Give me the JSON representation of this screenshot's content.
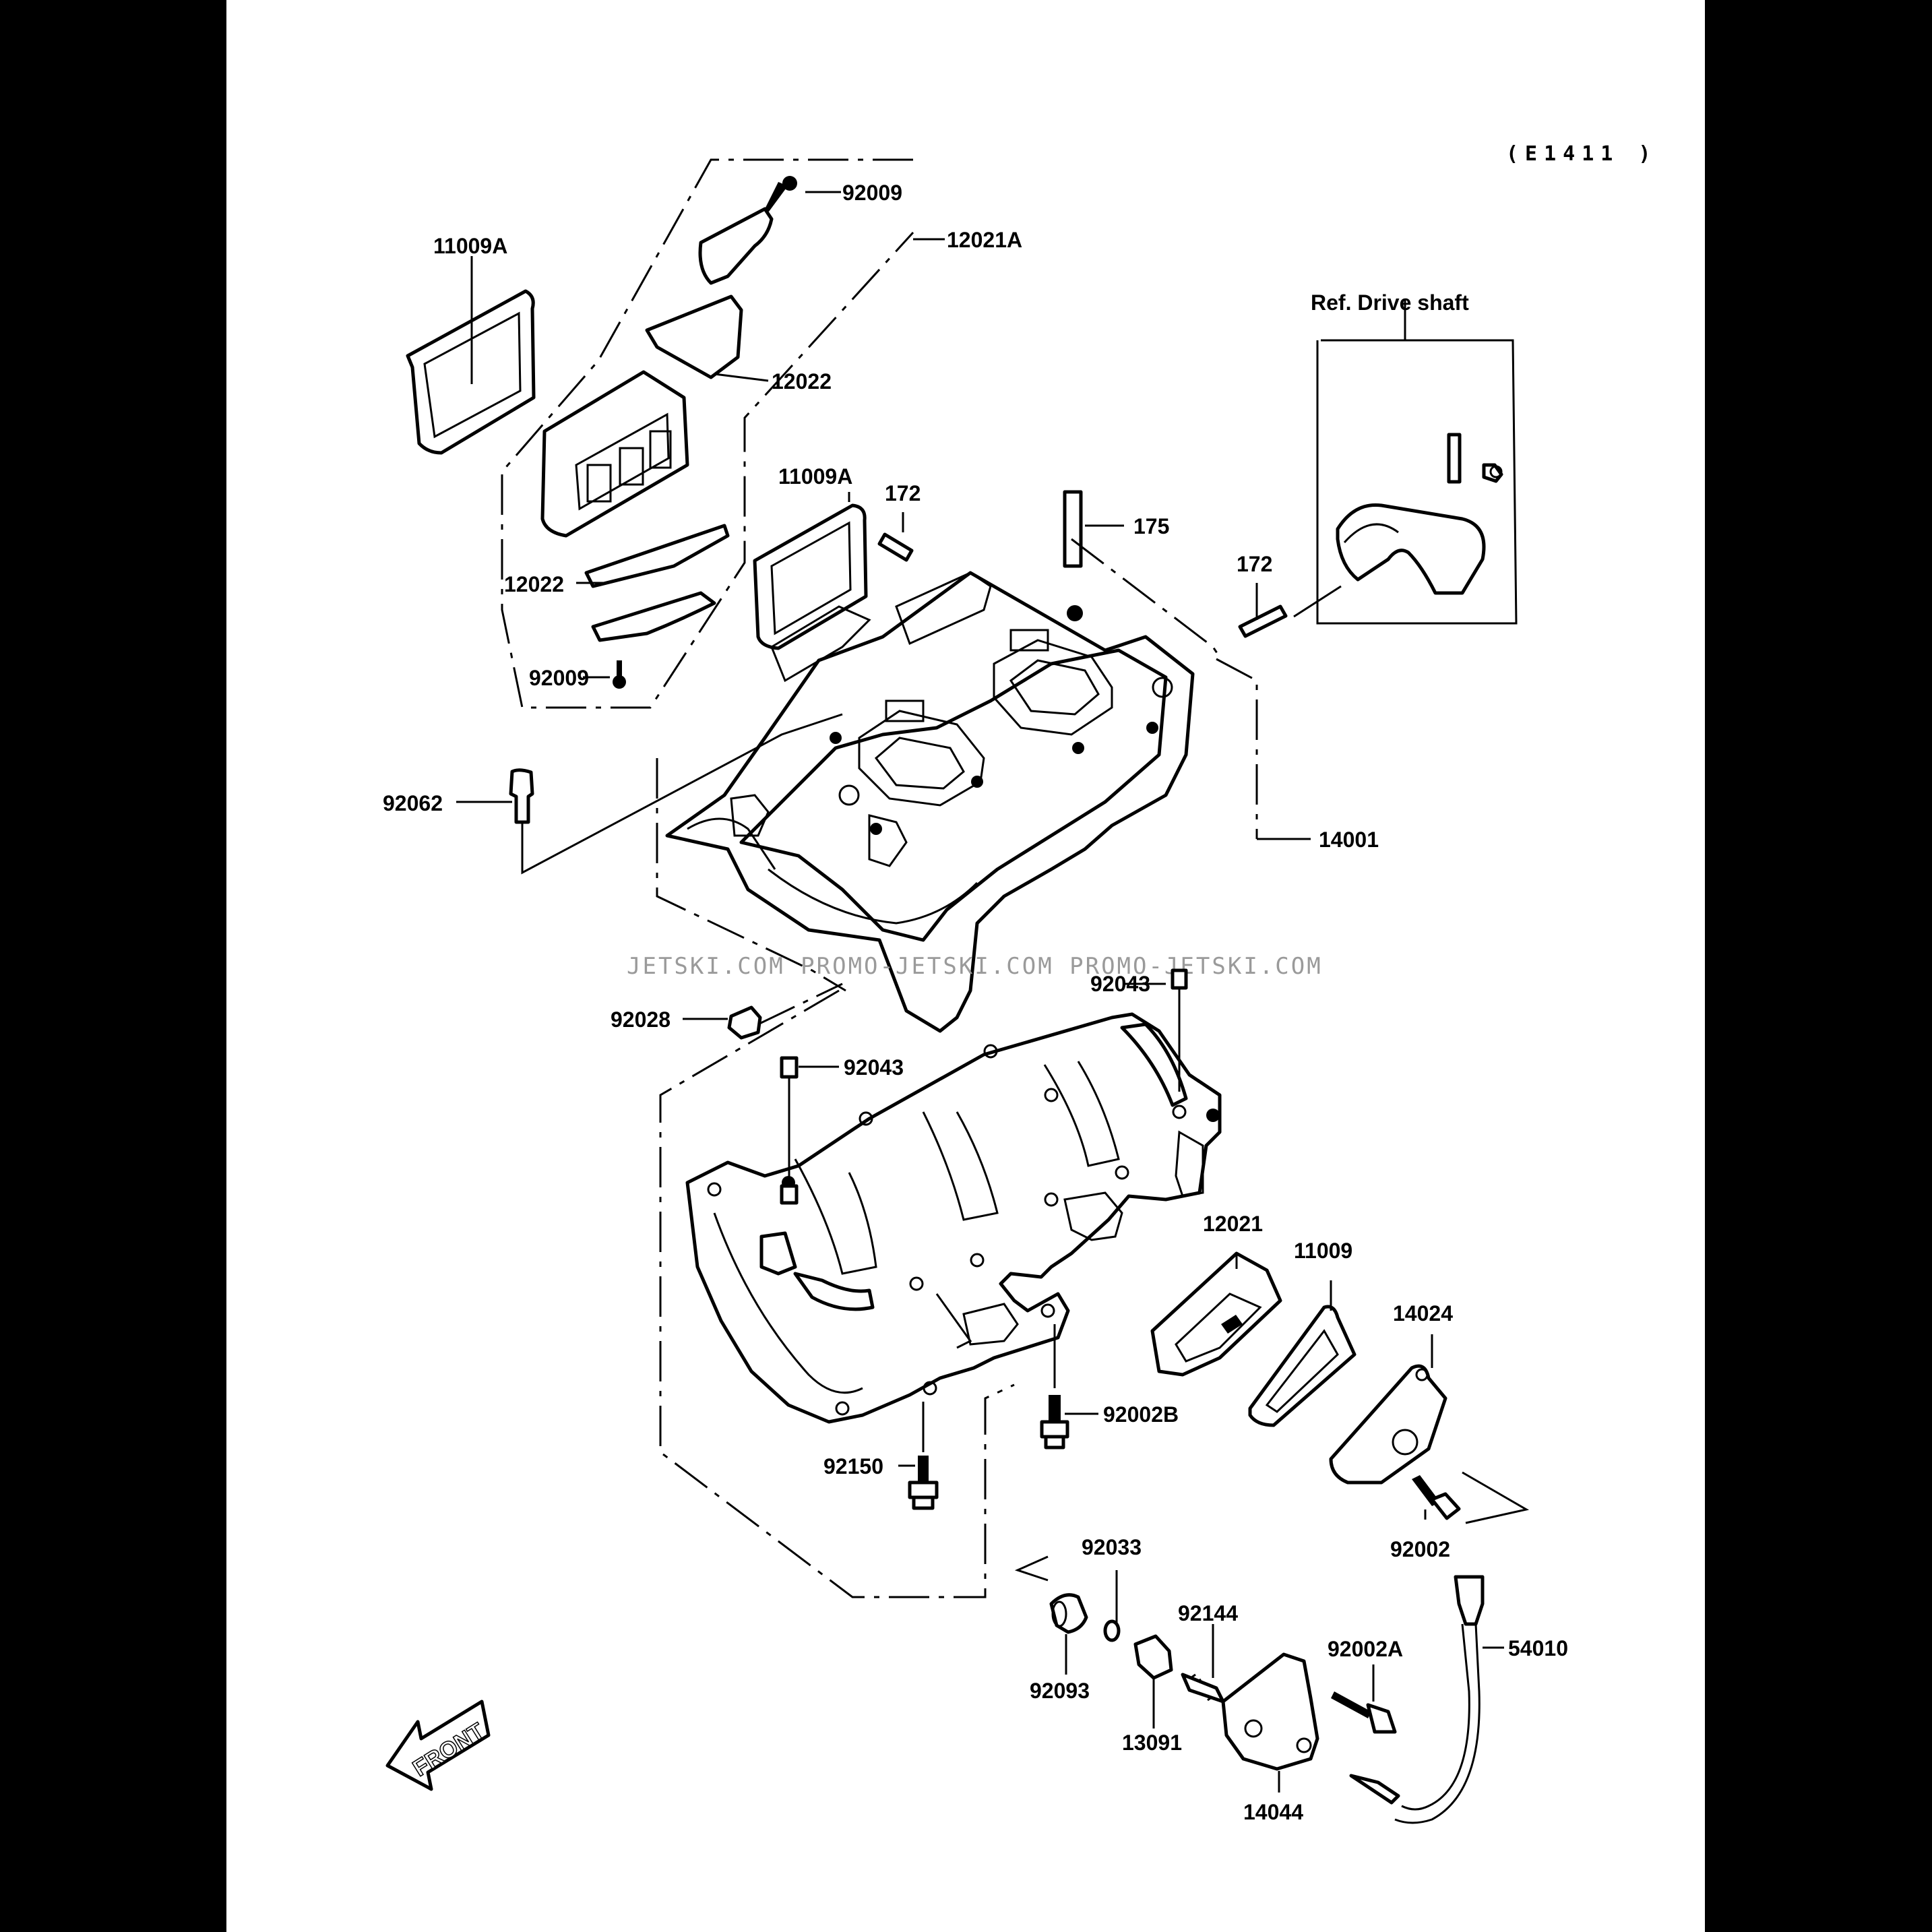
{
  "diagram_code": "(E1411 )",
  "watermark": "JETSKI.COM   PROMO-JETSKI.COM   PROMO-JETSKI.COM",
  "reference": {
    "label": "Ref. Drive shaft"
  },
  "front_marker": "FRONT",
  "parts": {
    "p11009A_top": "11009A",
    "p92009_top": "92009",
    "p12021A": "12021A",
    "p12022_top": "12022",
    "p11009A_mid": "11009A",
    "p172_left": "172",
    "p175": "175",
    "p172_right": "172",
    "p12022_low": "12022",
    "p92009_low": "92009",
    "p92062": "92062",
    "p14001": "14001",
    "p92043_right": "92043",
    "p92028": "92028",
    "p92043_left": "92043",
    "p12021": "12021",
    "p11009": "11009",
    "p14024": "14024",
    "p92002B": "92002B",
    "p92150": "92150",
    "p92002": "92002",
    "p92033": "92033",
    "p92144": "92144",
    "p92002A": "92002A",
    "p54010": "54010",
    "p92093": "92093",
    "p13091": "13091",
    "p14044": "14044"
  }
}
